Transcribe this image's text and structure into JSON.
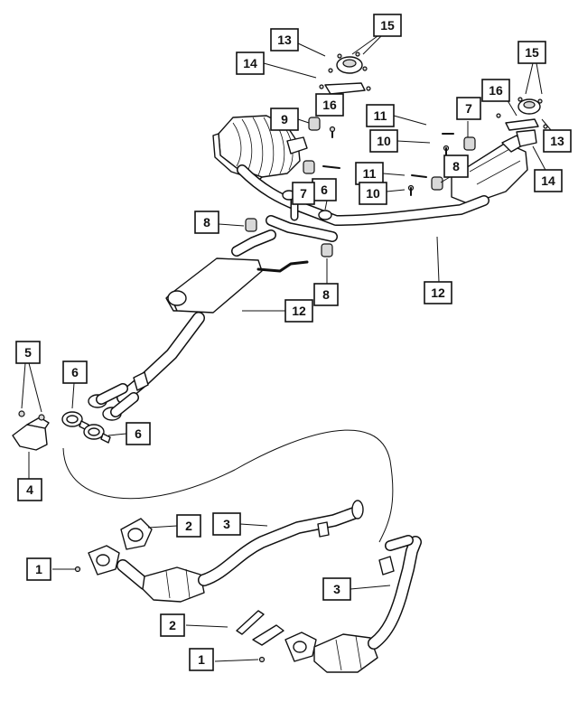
{
  "callouts": {
    "c1a": "1",
    "c1b": "1",
    "c2a": "2",
    "c2b": "2",
    "c3a": "3",
    "c3b": "3",
    "c4": "4",
    "c5": "5",
    "c6a": "6",
    "c6b": "6",
    "c6c": "6",
    "c7a": "7",
    "c7b": "7",
    "c8a": "8",
    "c8b": "8",
    "c8c": "8",
    "c9": "9",
    "c10a": "10",
    "c10b": "10",
    "c11a": "11",
    "c11b": "11",
    "c12a": "12",
    "c12b": "12",
    "c13a": "13",
    "c13b": "13",
    "c14a": "14",
    "c14b": "14",
    "c15a": "15",
    "c15b": "15",
    "c16a": "16",
    "c16b": "16"
  }
}
